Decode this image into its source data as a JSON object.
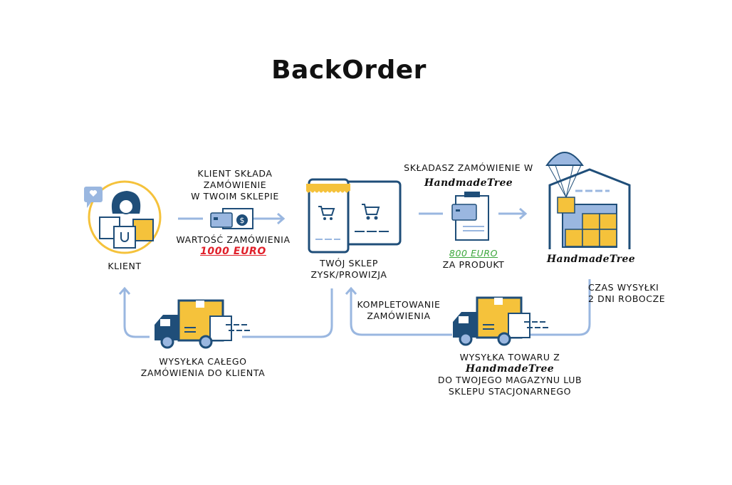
{
  "title": "BackOrder",
  "colors": {
    "navy": "#1f4e79",
    "yellow": "#f5c23b",
    "lightblue": "#9ab7e0",
    "red": "#e0202a",
    "green": "#3aa63a"
  },
  "nodes": {
    "client": {
      "label": "KLIENT",
      "icon": "customer-with-shopping-bags-icon"
    },
    "shop": {
      "label_line1": "TWÓJ SKLEP",
      "label_line2": "ZYSK/PROWIZJA",
      "icon": "online-store-devices-icon"
    },
    "supplier": {
      "label": "HandmadeTree",
      "icon": "warehouse-with-parachute-icon"
    }
  },
  "steps": {
    "client_order": {
      "line1": "KLIENT SKŁADA",
      "line2": "ZAMÓWIENIE",
      "line3": "W TWOIM SKLEPIE",
      "icon": "credit-card-cash-icon"
    },
    "order_value": {
      "label": "WARTOŚĆ ZAMÓWIENIA",
      "amount": "1000 EURO"
    },
    "supplier_order": {
      "line1": "SKŁADASZ ZAMÓWIENIE W",
      "line2": "HandmadeTree",
      "icon": "clipboard-card-icon"
    },
    "product_cost": {
      "amount": "800 EURO",
      "label": "ZA PRODUKT"
    },
    "shipping_time": {
      "line1": "CZAS WYSYŁKI",
      "line2": "2 DNI ROBOCZE"
    },
    "completion": {
      "line1": "KOMPLETOWANIE",
      "line2": "ZAMÓWIENIA"
    },
    "supplier_shipping": {
      "line1": "WYSYŁKA TOWARU Z",
      "line2": "HandmadeTree",
      "line3": "DO TWOJEGO MAGAZYNU LUB",
      "line4": "SKLEPU STACJONARNEGO",
      "icon": "delivery-truck-icon"
    },
    "client_shipping": {
      "line1": "WYSYŁKA CAŁEGO",
      "line2": "ZAMÓWIENIA DO KLIENTA",
      "icon": "delivery-truck-icon"
    }
  }
}
